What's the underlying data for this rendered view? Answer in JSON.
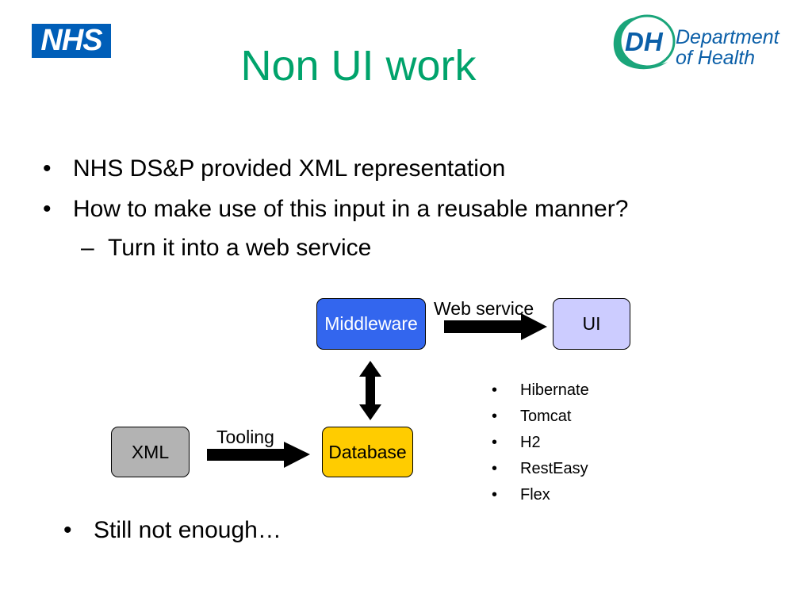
{
  "logos": {
    "nhs": "NHS",
    "dh_initials": "DH",
    "dh_line1": "Department",
    "dh_line2": "of Health"
  },
  "title": "Non UI work",
  "bullets": [
    {
      "mark": "•",
      "text": "NHS DS&P provided XML representation"
    },
    {
      "mark": "•",
      "text": "How to make use of this input in a reusable manner?"
    },
    {
      "mark": "–",
      "text": "Turn it into a web service"
    },
    {
      "mark": "•",
      "text": "Still not enough…"
    }
  ],
  "diagram": {
    "nodes": {
      "middleware": "Middleware",
      "ui": "UI",
      "xml": "XML",
      "database": "Database"
    },
    "edges": {
      "web_service": "Web service",
      "tooling": "Tooling"
    }
  },
  "tech_list": [
    "Hibernate",
    "Tomcat",
    "H2",
    "RestEasy",
    "Flex"
  ],
  "colors": {
    "title": "#00A36B",
    "nhs_blue": "#005EB8",
    "dh_teal": "#1AA57A",
    "dh_blue": "#0B5FA8",
    "middleware": "#3366EE",
    "ui": "#CCCCFF",
    "xml": "#B3B3B3",
    "database": "#FFCC00"
  }
}
